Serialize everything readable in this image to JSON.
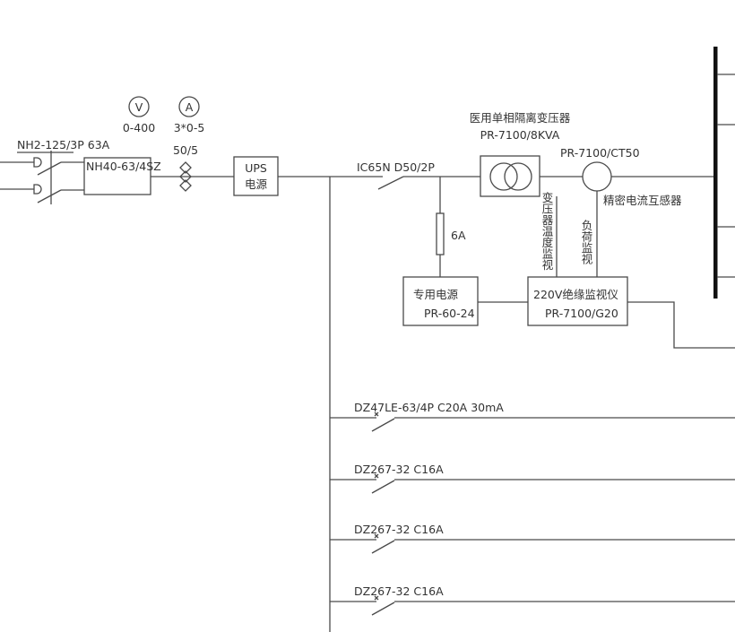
{
  "meters": {
    "voltmeter": {
      "symbol": "V",
      "range": "0-400"
    },
    "ammeter": {
      "symbol": "A",
      "range": "3*0-5"
    },
    "ct_ratio": "50/5"
  },
  "incoming": {
    "breaker": "NH2-125/3P 63A",
    "ats": "NH40-63/4SZ"
  },
  "ups": {
    "line1": "UPS",
    "line2": "电源"
  },
  "main_breaker": "IC65N  D50/2P",
  "transformer": {
    "name": "医用单相隔离变压器",
    "model": "PR-7100/8KVA"
  },
  "current_transformer": {
    "model": "PR-7100/CT50",
    "name": "精密电流互感器"
  },
  "fuse": "6A",
  "power_supply": {
    "name": "专用电源",
    "model": "PR-60-24"
  },
  "monitor": {
    "name": "220V绝缘监视仪",
    "model": "PR-7100/G20"
  },
  "signals": {
    "temperature": "变压器温度监视",
    "load": "负荷监视"
  },
  "branches": [
    {
      "label": "DZ47LE-63/4P C20A 30mA"
    },
    {
      "label": "DZ267-32 C16A"
    },
    {
      "label": "DZ267-32 C16A"
    },
    {
      "label": "DZ267-32 C16A"
    }
  ]
}
